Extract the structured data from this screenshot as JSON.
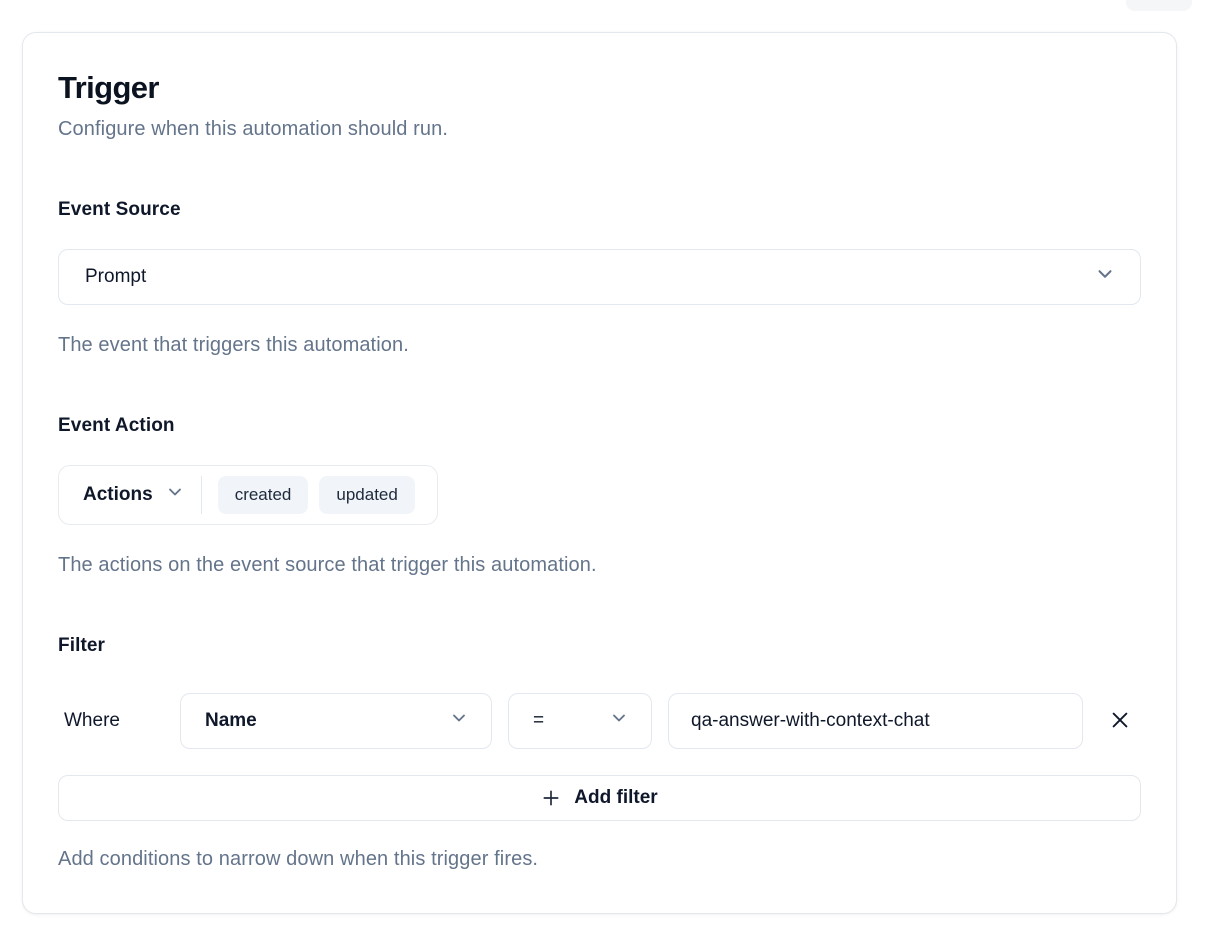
{
  "card": {
    "title": "Trigger",
    "subtitle": "Configure when this automation should run.",
    "event_source": {
      "label": "Event Source",
      "selected_value": "Prompt",
      "helper": "The event that triggers this automation."
    },
    "event_action": {
      "label": "Event Action",
      "dropdown_label": "Actions",
      "tags": [
        "created",
        "updated"
      ],
      "helper": "The actions on the event source that trigger this automation."
    },
    "filter": {
      "label": "Filter",
      "where_label": "Where",
      "field_selected": "Name",
      "operator_selected": "=",
      "value": "qa-answer-with-context-chat",
      "add_button_label": "Add filter",
      "helper": "Add conditions to narrow down when this trigger fires."
    }
  },
  "icons": {
    "chevron_down": "chevron-down",
    "close": "close",
    "plus": "plus"
  },
  "colors": {
    "text_primary": "#0f172a",
    "text_muted": "#64748b",
    "border": "#e2e8f0",
    "tag_background": "#f1f5f9",
    "card_background": "#ffffff"
  }
}
